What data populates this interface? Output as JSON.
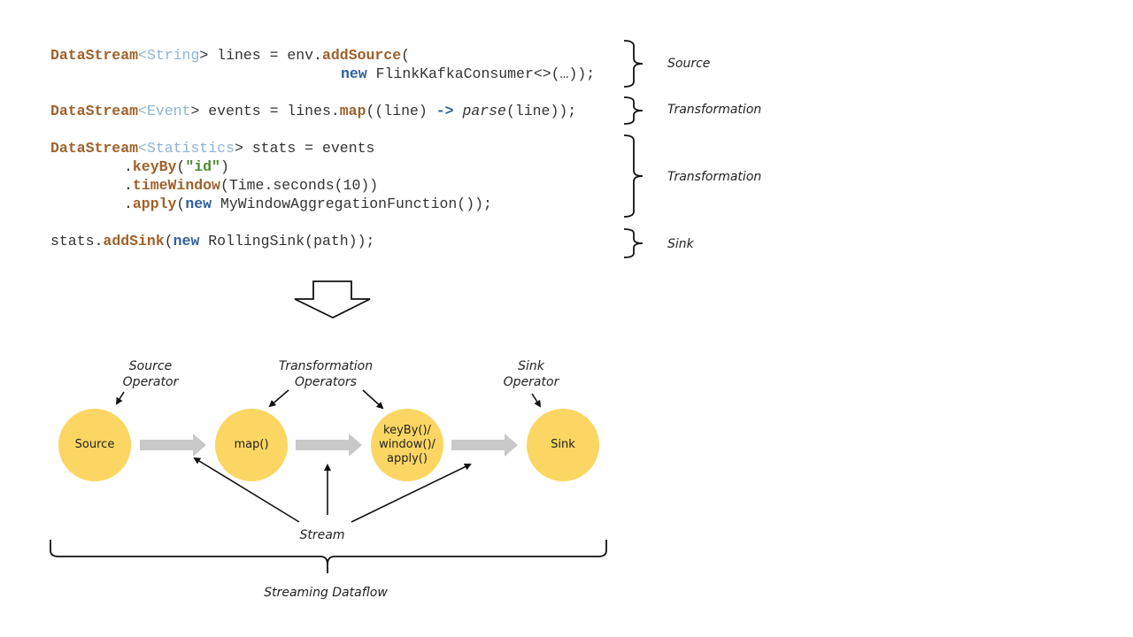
{
  "code": {
    "line1": {
      "type": "DataStream",
      "generic": "String",
      "rest1": "> lines = env.",
      "method": "addSource",
      "rest2": "("
    },
    "line2": {
      "new": "new",
      "rest": " FlinkKafkaConsumer<>(…));"
    },
    "line3": {
      "type": "DataStream",
      "generic": "Event",
      "rest1": "> events = lines.",
      "method": "map",
      "rest2": "((line) ",
      "arrow": "->",
      "space": " ",
      "ital": "parse",
      "rest3": "(line));"
    },
    "line4": {
      "type": "DataStream",
      "generic": "Statistics",
      "rest1": "> stats = events"
    },
    "line5": {
      "dot": ".",
      "method": "keyBy",
      "open": "(",
      "str": "\"id\"",
      "close": ")"
    },
    "line6": {
      "dot": ".",
      "method": "timeWindow",
      "rest": "(Time.seconds(10))"
    },
    "line7": {
      "dot": ".",
      "method": "apply",
      "open": "(",
      "new": "new",
      "rest": " MyWindowAggregationFunction());"
    },
    "line8": {
      "pre": "stats.",
      "method": "addSink",
      "open": "(",
      "new": "new",
      "rest": " RollingSink(path));"
    },
    "lt": "<"
  },
  "brackets": {
    "source": "Source",
    "transformation1": "Transformation",
    "transformation2": "Transformation",
    "sink": "Sink"
  },
  "dataflow": {
    "nodes": {
      "source": "Source",
      "map": "map()",
      "window_l1": "keyBy()/",
      "window_l2": "window()/",
      "window_l3": "apply()",
      "sink": "Sink"
    },
    "callouts": {
      "source_operator_l1": "Source",
      "source_operator_l2": "Operator",
      "transformation_operators_l1": "Transformation",
      "transformation_operators_l2": "Operators",
      "sink_operator_l1": "Sink",
      "sink_operator_l2": "Operator",
      "stream": "Stream",
      "streaming_dataflow": "Streaming Dataflow"
    },
    "colors": {
      "node_fill": "#fcd663",
      "stream_arrow": "#c8c8c8"
    }
  }
}
